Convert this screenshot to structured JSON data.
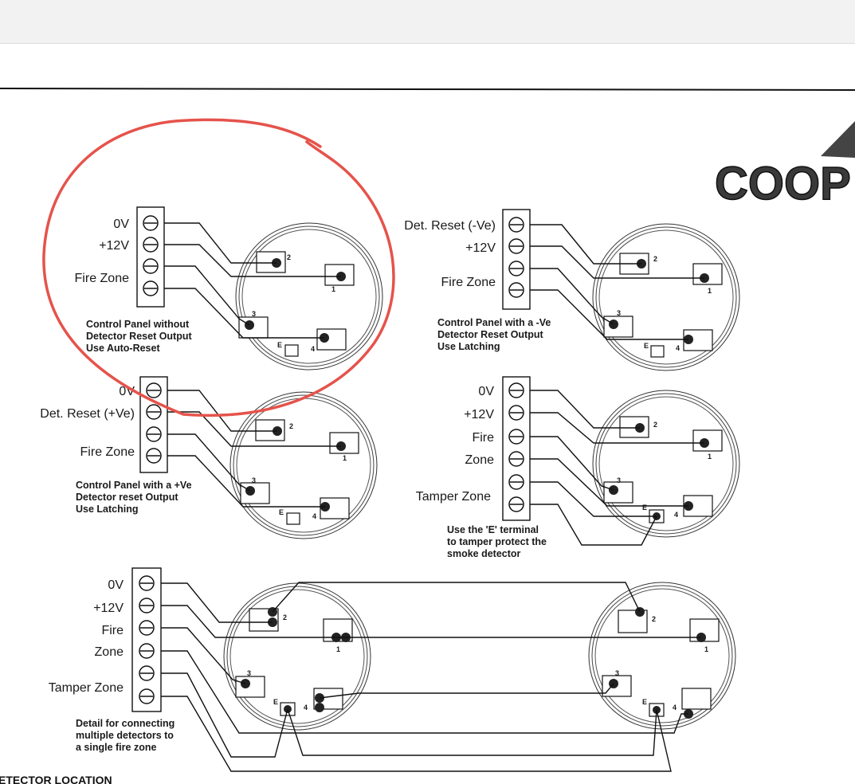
{
  "logo": {
    "text": "COOP"
  },
  "section_heading": "ETECTOR LOCATION",
  "accent": {
    "annotation_circle": "#e5534b"
  },
  "diagrams": [
    {
      "terminals": [
        "0V",
        "+12V",
        "Fire Zone"
      ],
      "note": [
        "Control Panel without",
        "Detector Reset Output",
        "Use Auto-Reset"
      ]
    },
    {
      "terminals": [
        "Det. Reset (-Ve)",
        "+12V",
        "Fire Zone"
      ],
      "note": [
        "Control Panel with a -Ve",
        "Detector Reset Output",
        "Use Latching"
      ]
    },
    {
      "terminals": [
        "0V",
        "Det. Reset (+Ve)",
        "Fire Zone"
      ],
      "note": [
        "Control Panel with a +Ve",
        "Detector reset Output",
        "Use Latching"
      ]
    },
    {
      "terminals": [
        "0V",
        "+12V",
        "Fire",
        "Zone",
        "Tamper Zone"
      ],
      "note": [
        "Use the 'E' terminal",
        "to tamper protect the",
        "smoke detector"
      ]
    },
    {
      "terminals": [
        "0V",
        "+12V",
        "Fire",
        "Zone",
        "Tamper Zone"
      ],
      "note": [
        "Detail for connecting",
        "multiple detectors to",
        "a single fire zone"
      ]
    }
  ],
  "detector_terminals": {
    "t1": "1",
    "t2": "2",
    "t3": "3",
    "t4": "4",
    "e": "E"
  }
}
